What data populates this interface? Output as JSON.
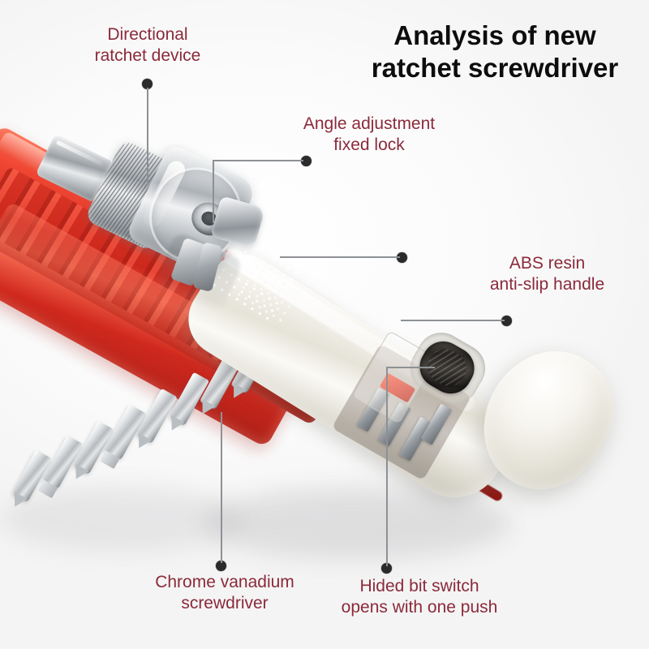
{
  "page": {
    "background_color": "#fdfdfd",
    "label_color": "#8B2A3A",
    "title_color": "#0d0d0d",
    "leader_line_color": "#8d9195",
    "leader_dot_color": "#2b2b2b"
  },
  "title": {
    "line1": "Analysis of new",
    "line2": "ratchet screwdriver"
  },
  "annotations": [
    {
      "id": "directional-ratchet-device",
      "line1": "Directional",
      "line2": "ratchet device"
    },
    {
      "id": "angle-adjustment-fixed-lock",
      "line1": "Angle adjustment",
      "line2": "fixed lock"
    },
    {
      "id": "abs-resin-anti-slip-handle",
      "line1": "ABS resin",
      "line2": "anti-slip handle"
    },
    {
      "id": "chrome-vanadium-screwdriver",
      "line1": "Chrome vanadium",
      "line2": "screwdriver"
    },
    {
      "id": "hided-bit-switch",
      "line1": "Hided bit switch",
      "line2": "opens with one push"
    }
  ],
  "product": {
    "name": "ratchet-screwdriver",
    "parts": [
      {
        "id": "ratchet-head",
        "color": "#b9bec2"
      },
      {
        "id": "knurled-collar",
        "color": "#c7cbcf"
      },
      {
        "id": "abs-handle",
        "color": "#e6e3d8"
      },
      {
        "id": "bit-rack",
        "color": "#d92518"
      },
      {
        "id": "chrome-bits",
        "color": "#a9aeb3"
      },
      {
        "id": "hidden-bit-switch",
        "color": "#2e2b28"
      }
    ]
  }
}
